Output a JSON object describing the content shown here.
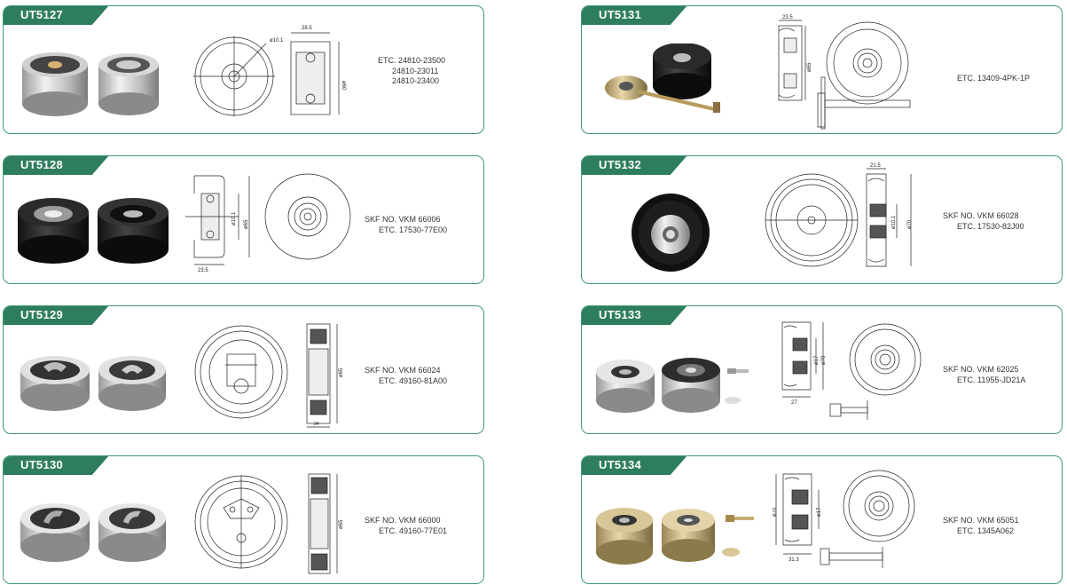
{
  "colors": {
    "border": "#3f9a72",
    "tab": "#2e7d5e",
    "tab_text": "#ffffff",
    "text": "#333333"
  },
  "products": [
    {
      "code": "UT5127",
      "lines": [
        "ETC.  24810-23500",
        "24810-23011",
        "24810-23400"
      ]
    },
    {
      "code": "UT5128",
      "lines": [
        "SKF NO.  VKM 66006",
        "ETC.  17530-77E00"
      ]
    },
    {
      "code": "UT5129",
      "lines": [
        "SKF NO.  VKM 66024",
        "ETC.  49160-81A00"
      ]
    },
    {
      "code": "UT5130",
      "lines": [
        "SKF NO.  VKM 66000",
        "ETC.  49160-77E01"
      ]
    },
    {
      "code": "UT5131",
      "lines": [
        "ETC.  13409-4PK-1P"
      ]
    },
    {
      "code": "UT5132",
      "lines": [
        "SKF NO.  VKM 66028",
        "ETC.  17530-82J00"
      ]
    },
    {
      "code": "UT5133",
      "lines": [
        "SKF NO.  VKM 62025",
        "ETC.  11955-JD21A"
      ]
    },
    {
      "code": "UT5134",
      "lines": [
        "SKF NO.  VKM 65051",
        "ETC.  1345A062"
      ]
    }
  ],
  "dims": {
    "d5127_a": "28.5",
    "d5127_b": "ø10.1",
    "d5127_c": "ø60",
    "d5128_a": "23.5",
    "d5128_b": "ø10.1",
    "d5128_c": "ø65",
    "d5129_a": "ø65",
    "d5129_b": "24",
    "d5130_a": "ø65",
    "d5131_a": "23.5",
    "d5131_b": "ø65",
    "d5132_a": "21.5",
    "d5132_b": "ø10.1",
    "d5132_c": "ø70",
    "d5133_a": "ø17",
    "d5133_b": "ø70",
    "d5133_c": "27",
    "d5134_a": "ø70",
    "d5134_b": "ø17",
    "d5134_c": "31.3"
  }
}
